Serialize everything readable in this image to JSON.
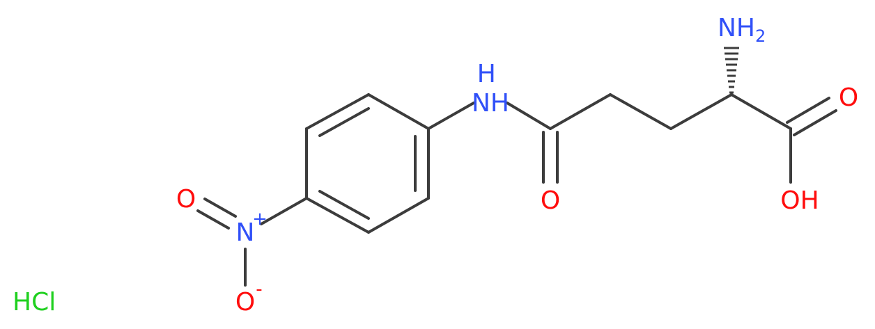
{
  "atoms": {
    "amine_top": {
      "symbol": "NH",
      "subscript": "2"
    },
    "amide_n": {
      "symbol": "NH"
    },
    "amide_o": {
      "symbol": "O"
    },
    "acid_o": {
      "symbol": "O"
    },
    "acid_oh": {
      "symbol": "OH"
    },
    "nitro_n": {
      "symbol": "N",
      "charge": "+"
    },
    "nitro_o_top": {
      "symbol": "O"
    },
    "nitro_o_bottom": {
      "symbol": "O",
      "charge": "-"
    }
  },
  "salt": {
    "label": "HCl"
  },
  "colors": {
    "bond": "#3c3c3c",
    "nitrogen": "#3050f8",
    "oxygen": "#ff0d0d",
    "chlorine": "#1fd01f"
  }
}
